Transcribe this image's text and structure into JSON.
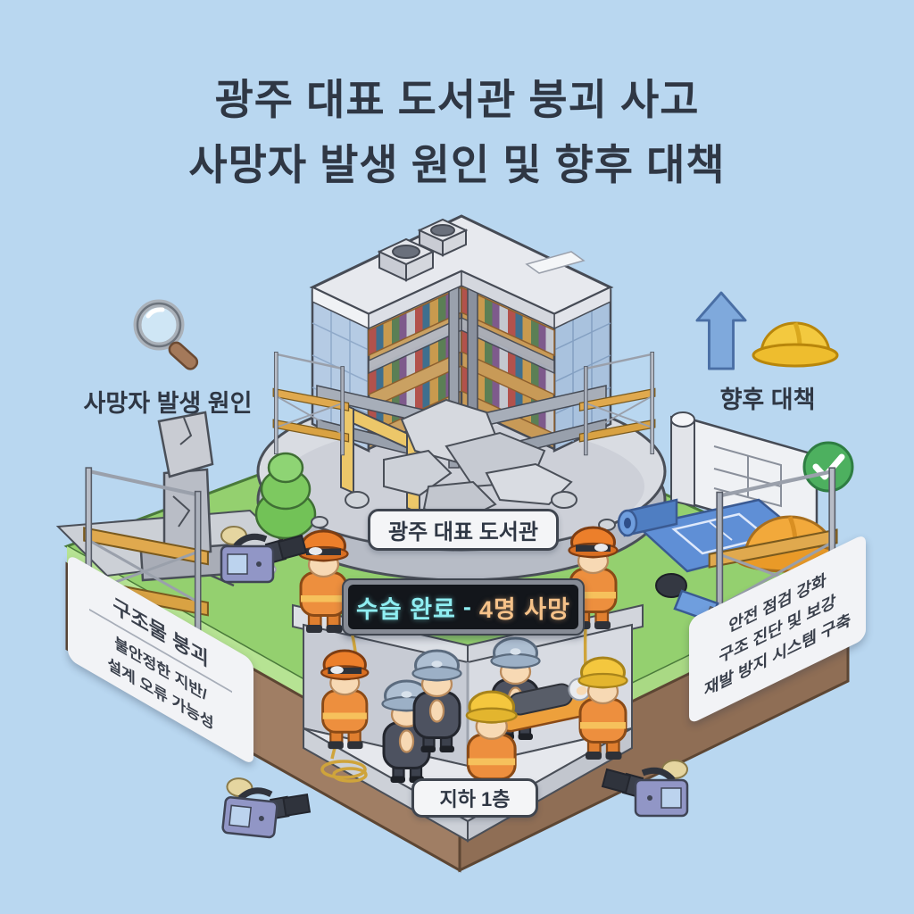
{
  "title": {
    "line1": "광주 대표 도서관 붕괴 사고",
    "line2": "사망자 발생 원인 및 향후 대책"
  },
  "callout_left": {
    "icon": "magnifier-icon",
    "label": "사망자 발생 원인"
  },
  "callout_right": {
    "icons": [
      "up-arrow-icon",
      "hard-hat-icon"
    ],
    "label": "향후 대책"
  },
  "scene": {
    "building_label": "광주 대표 도서관",
    "status_banner": {
      "status": "수습 완료",
      "separator": "-",
      "casualty": "4명 사망"
    },
    "basement_label": "지하 1층",
    "panel_left": {
      "heading": "구조물 붕괴",
      "line1": "불안정한 지반/",
      "line2": "설계 오류 가능성"
    },
    "panel_right": {
      "line1": "안전 점검 강화",
      "line2": "구조 진단 및 보강",
      "line3": "재발 방지 시스템 구축"
    },
    "icons": [
      "magnifier-icon",
      "up-arrow-icon",
      "hard-hat-icon",
      "check-icon",
      "blueprint-icon",
      "plan-roll-icon",
      "news-camera-icon",
      "microphone-icon",
      "tree-icon",
      "monument-icon",
      "scaffold-icon",
      "firefighter-figure",
      "rescuer-figure",
      "mourner-figure",
      "stretcher-figure",
      "rope-icon"
    ]
  },
  "colors": {
    "background": "#b9d7f0",
    "title": "#2f3744",
    "grass": "#94d06f",
    "soil": "#a07e64",
    "podium": "#d9dce2",
    "glass_wall": "#b5cbe4",
    "banner_bg": "#13161b",
    "banner_status": "#8feef2",
    "banner_casualty": "#f6c289",
    "check_green": "#4db05f",
    "hardhat_orange": "#f2a93b",
    "blueprint_blue": "#5f8fd6",
    "firefighter_orange": "#ed8f3e"
  }
}
